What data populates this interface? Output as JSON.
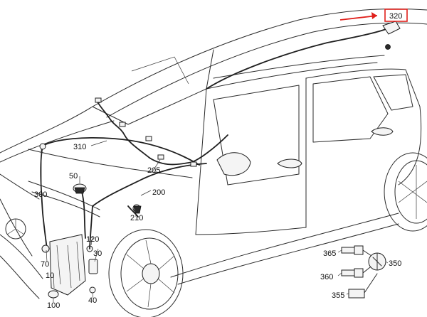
{
  "diagram": {
    "labels": {
      "l320": "320",
      "l310": "310",
      "l300": "300",
      "l205": "205",
      "l200": "200",
      "l210": "210",
      "l50": "50",
      "l70": "70",
      "l120": "120",
      "l30": "30",
      "l10": "10",
      "l40": "40",
      "l100": "100",
      "l365": "365",
      "l360": "360",
      "l355": "355",
      "l350": "350"
    },
    "colors": {
      "highlight": "#e0201b",
      "line": "#2b2b2b"
    }
  }
}
